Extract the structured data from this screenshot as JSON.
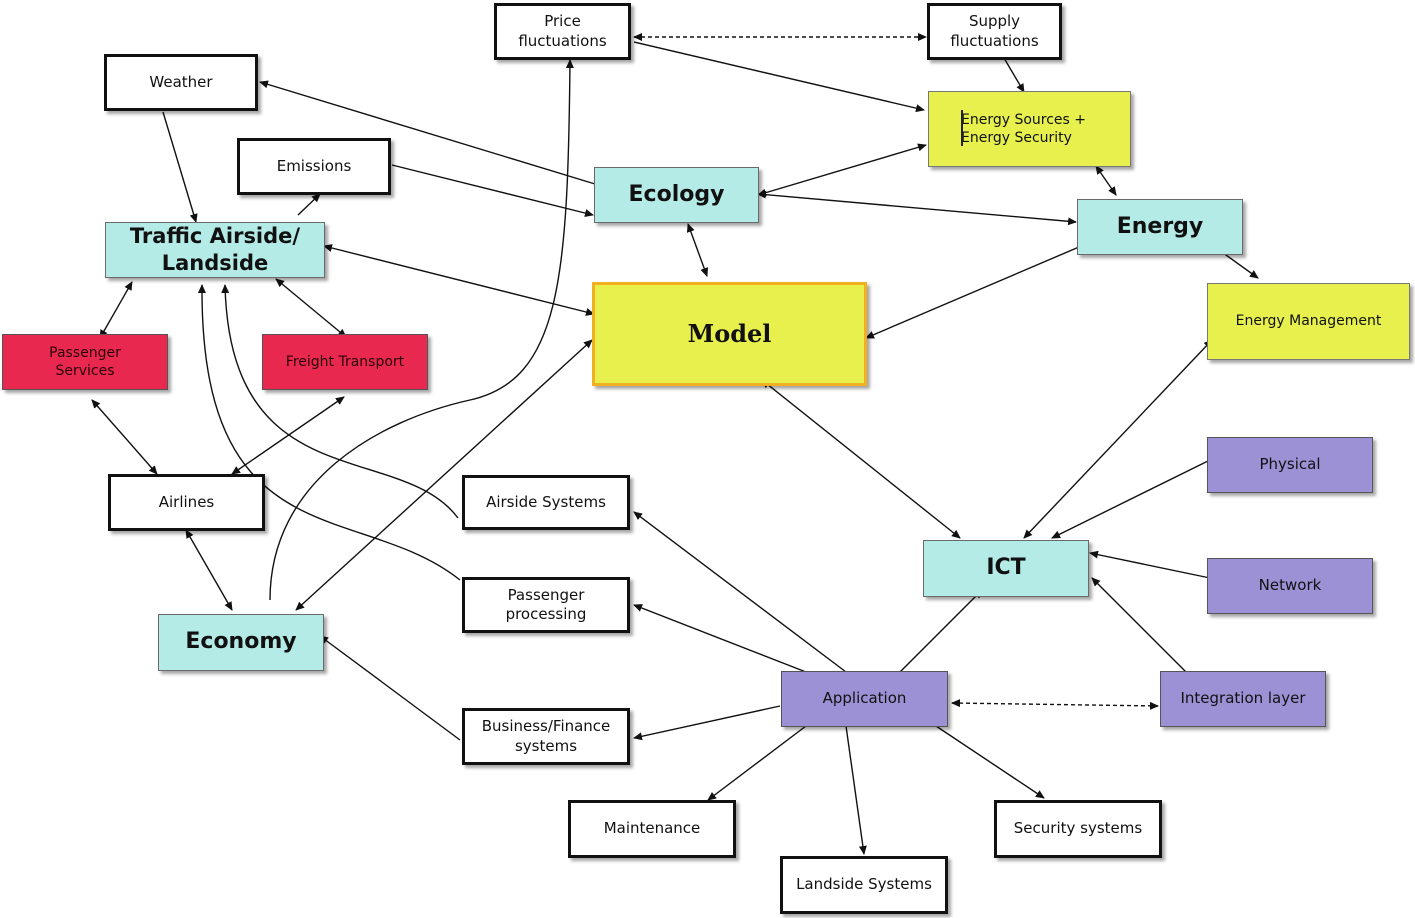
{
  "nodes": {
    "price_fluctuations": "Price\nfluctuations",
    "supply_fluctuations": "Supply\nfluctuations",
    "weather": "Weather",
    "energy_sources": "Energy Sources +\nEnergy Security",
    "emissions": "Emissions",
    "ecology": "Ecology",
    "traffic": "Traffic Airside/\nLandside",
    "energy": "Energy",
    "energy_management": "Energy Management",
    "model": "Model",
    "passenger_services": "Passenger\nServices",
    "freight_transport": "Freight Transport",
    "physical": "Physical",
    "airlines": "Airlines",
    "airside_systems": "Airside Systems",
    "ict": "ICT",
    "network": "Network",
    "passenger_processing": "Passenger\nprocessing",
    "economy": "Economy",
    "application": "Application",
    "integration_layer": "Integration layer",
    "business_finance": "Business/Finance\nsystems",
    "maintenance": "Maintenance",
    "security_systems": "Security systems",
    "landside_systems": "Landside Systems"
  },
  "colors": {
    "context_box": "#ffffff",
    "domain_box": "#b4ebe6",
    "energy_box": "#e8f04e",
    "traffic_box": "#e8284e",
    "ict_box": "#9b91d4",
    "model_border": "#f0b020"
  },
  "edge_style": {
    "solid": "relation",
    "dashed": "two-way dependency"
  }
}
